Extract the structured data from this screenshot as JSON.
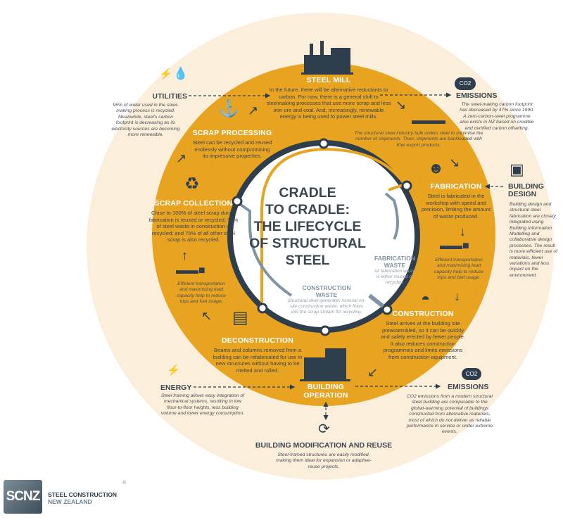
{
  "colors": {
    "orange": "#e8a421",
    "cream": "#fbeedb",
    "dark": "#2e3e4c",
    "grey": "#7f95a3"
  },
  "center_title": [
    "CRADLE",
    "TO CRADLE:",
    "THE LIFECYCLE",
    "OF STRUCTURAL",
    "STEEL"
  ],
  "steel_mill": {
    "title": "STEEL MILL",
    "body": "In the future, there will be alternative reductants to carbon. For now, there is a general shift to steelmaking processes that use more scrap and less iron ore and coal. And, increasingly, renewable energy is being used to power steel mills."
  },
  "shipping": {
    "body": "The structural steel industry bulk orders steel to minimise the number of shipments. Then, shipments are backloaded with Kiwi export products."
  },
  "fabrication": {
    "title": "FABRICATION",
    "body": "Steel is fabricated in the workshop with speed and precision, limiting the amount of waste produced."
  },
  "transport_right": {
    "body": "Efficient transportation and maximising load capacity help to reduce trips and fuel usage."
  },
  "construction": {
    "title": "CONSTRUCTION",
    "body": "Steel arrives at the building site preassembled, so it can be quickly and safely erected by fewer people. It also reduces construction programmes and limits emissions from construction equipment."
  },
  "building_operation": {
    "title": "BUILDING OPERATION"
  },
  "deconstruction": {
    "title": "DECONSTRUCTION",
    "body": "Beams and columns removed from a building can be refabricated for use in new structures without having to be melted and rolled."
  },
  "transport_left": {
    "body": "Efficient transportation and maximising load capacity help to reduce trips and fuel usage."
  },
  "scrap_collection": {
    "title": "SCRAP COLLECTION",
    "body": "Close to 100% of steel scrap during fabrication is reused or recycled; 95% of steel waste in construction is recycled; and 75% of all other steel scrap is also recycled."
  },
  "scrap_processing": {
    "title": "SCRAP PROCESSING",
    "body": "Steel can be recycled and reused endlessly without compromising its impressive properties."
  },
  "utilities": {
    "title": "UTILITIES",
    "body": "95% of water used in the steel-making process is recycled. Meanwhile, steel's carbon footprint is decreasing as its electricity sources are becoming more renewable."
  },
  "emissions_top": {
    "title": "EMISSIONS",
    "icon_label": "CO2",
    "body": "The steel-making carbon footprint has decreased by 47% since 1990. A zero-carbon-steel programme also exists in NZ based on credible and certified carbon offsetting."
  },
  "building_design": {
    "title": "BUILDING DESIGN",
    "body": "Building design and structural steel fabrication are closely integrated using Building Information Modelling and collaborative design processes. The result is more efficient use of materials, fewer variations and less impact on the environment."
  },
  "energy": {
    "title": "ENERGY",
    "body": "Steel framing allows easy integration of mechanical systems, resulting in low floor-to-floor heights, less building volume and lower energy consumption."
  },
  "emissions_bottom": {
    "title": "EMISSIONS",
    "icon_label": "CO2",
    "body": "CO2 emissions from a modern structural steel building are comparable to the global-warming potential of buildings constructed from alternative materials, most of which do not deliver as reliable performance in service or under extreme events."
  },
  "modification": {
    "title": "BUILDING MODIFICATION AND REUSE",
    "body": "Steel-framed structures are easily modified, making them ideal for expansion or adaptive-reuse projects."
  },
  "fabrication_waste": {
    "title": "FABRICATION WASTE",
    "body": "All fabrication waste is either reused or recycled."
  },
  "construction_waste": {
    "title": "CONSTRUCTION WASTE",
    "body": "Structural steel generates minimal on-site construction waste, which flows into the scrap stream for recycling."
  },
  "logo": {
    "mark": "SCNZ",
    "line1": "STEEL CONSTRUCTION",
    "line2": "NEW ZEALAND",
    "registered": "®"
  }
}
